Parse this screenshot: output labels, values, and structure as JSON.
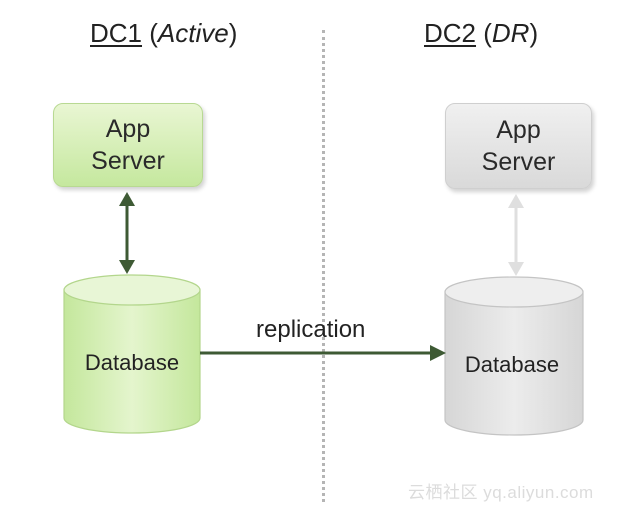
{
  "dc1": {
    "name": "DC1",
    "role": "Active"
  },
  "dc2": {
    "name": "DC2",
    "role": "DR"
  },
  "app_server": {
    "line1": "App",
    "line2": "Server"
  },
  "database_label": "Database",
  "replication_label": "replication",
  "watermark": "云栖社区 yq.aliyun.com",
  "colors": {
    "active_fill": "#d4efb0",
    "dr_fill": "#e3e3e3",
    "arrow_dark": "#3e5a34",
    "arrow_light": "#dfdfdf"
  }
}
